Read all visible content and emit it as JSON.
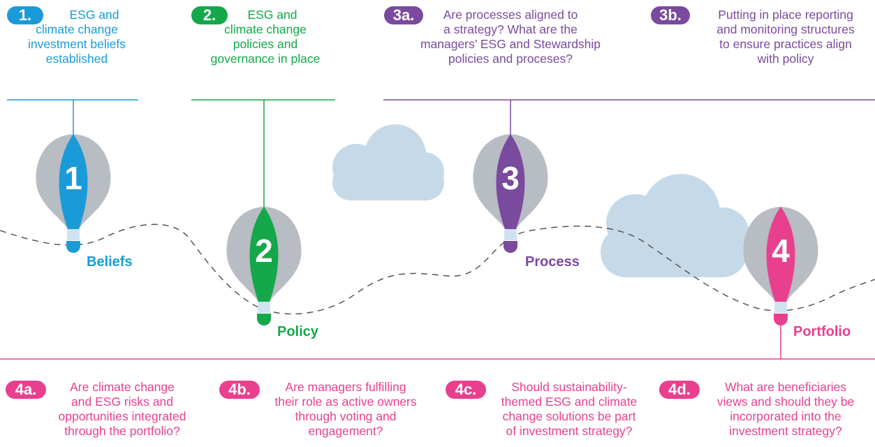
{
  "colors": {
    "beliefs": "#1a9bd7",
    "policy": "#14a84a",
    "process": "#7a4a9e",
    "portfolio": "#e8408f",
    "cloud": "#c5d9e8",
    "balloon_grey": "#b8bcc3",
    "dash": "#555555"
  },
  "top_steps": [
    {
      "badge": "1.",
      "text_lines": [
        "ESG and",
        "climate change",
        "investment beliefs",
        "established"
      ]
    },
    {
      "badge": "2.",
      "text_lines": [
        "ESG and",
        "climate change",
        "policies and",
        "governance in place"
      ]
    },
    {
      "badge": "3a.",
      "text_lines": [
        "Are processes aligned to",
        "a strategy? What are the",
        "managers’ ESG and Stewardship",
        "policies and proceses?"
      ]
    },
    {
      "badge": "3b.",
      "text_lines": [
        "Putting in place reporting",
        "and monitoring structures",
        "to ensure practices align",
        "with policy"
      ]
    }
  ],
  "balloons": [
    {
      "number": "1",
      "label": "Beliefs"
    },
    {
      "number": "2",
      "label": "Policy"
    },
    {
      "number": "3",
      "label": "Process"
    },
    {
      "number": "4",
      "label": "Portfolio"
    }
  ],
  "bottom_questions": [
    {
      "badge": "4a.",
      "text_lines": [
        "Are climate change",
        "and ESG risks and",
        "opportunities integrated",
        "through the portfolio?"
      ]
    },
    {
      "badge": "4b.",
      "text_lines": [
        "Are managers fulfilling",
        "their role as active owners",
        "through voting and",
        "engagement?"
      ]
    },
    {
      "badge": "4c.",
      "text_lines": [
        "Should sustainability-",
        "themed ESG and climate",
        "change solutions be part",
        "of investment strategy?"
      ]
    },
    {
      "badge": "4d.",
      "text_lines": [
        "What are beneficiaries",
        "views and should they be",
        "incorporated into the",
        "investment strategy?"
      ]
    }
  ]
}
